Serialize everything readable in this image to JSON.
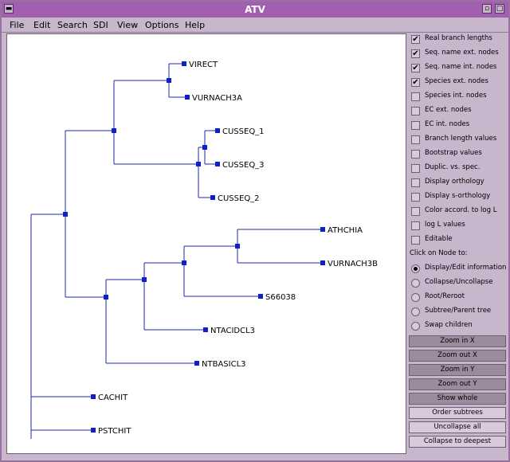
{
  "window": {
    "title": "ATV"
  },
  "menu": [
    "File",
    "Edit",
    "Search",
    "SDI",
    "View",
    "Options",
    "Help"
  ],
  "tree": {
    "leaves": [
      "VIRECT",
      "VURNACH3A",
      "CUSSEQ_1",
      "CUSSEQ_3",
      "CUSSEQ_2",
      "ATHCHIA",
      "VURNACH3B",
      "S66038",
      "NTACIDCL3",
      "NTBASICL3",
      "CACHIT",
      "PSTCHIT"
    ]
  },
  "options": [
    {
      "label": "Real branch lengths",
      "checked": true
    },
    {
      "label": "Seq. name ext. nodes",
      "checked": true
    },
    {
      "label": "Seq. name int. nodes",
      "checked": true
    },
    {
      "label": "Species ext. nodes",
      "checked": true
    },
    {
      "label": "Species int. nodes",
      "checked": false
    },
    {
      "label": "EC ext. nodes",
      "checked": false
    },
    {
      "label": "EC int. nodes",
      "checked": false
    },
    {
      "label": "Branch length values",
      "checked": false
    },
    {
      "label": "Bootstrap values",
      "checked": false
    },
    {
      "label": "Duplic. vs. spec.",
      "checked": false
    },
    {
      "label": "Display orthology",
      "checked": false
    },
    {
      "label": "Display s-orthology",
      "checked": false
    },
    {
      "label": "Color accord. to log L",
      "checked": false
    },
    {
      "label": "log L values",
      "checked": false
    },
    {
      "label": "Editable",
      "checked": false
    }
  ],
  "click_on_node_label": "Click on Node to:",
  "click_actions": [
    {
      "label": "Display/Edit information",
      "selected": true
    },
    {
      "label": "Collapse/Uncollapse",
      "selected": false
    },
    {
      "label": "Root/Reroot",
      "selected": false
    },
    {
      "label": "Subtree/Parent tree",
      "selected": false
    },
    {
      "label": "Swap children",
      "selected": false
    }
  ],
  "buttons": [
    {
      "label": "Zoom in X",
      "style": "dark"
    },
    {
      "label": "Zoom out X",
      "style": "dark"
    },
    {
      "label": "Zoom in Y",
      "style": "dark"
    },
    {
      "label": "Zoom out Y",
      "style": "dark"
    },
    {
      "label": "Show whole",
      "style": "dark"
    },
    {
      "label": "Order subtrees",
      "style": "light"
    },
    {
      "label": "Uncollapse all",
      "style": "light"
    },
    {
      "label": "Collapse to deepest",
      "style": "light"
    }
  ],
  "colors": {
    "branch": "#1f2aa8",
    "node": "#1020c8",
    "titlebar": "#a15fb0",
    "panel": "#c8b6cc"
  }
}
